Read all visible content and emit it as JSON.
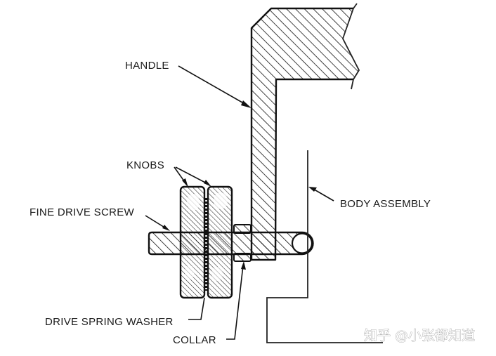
{
  "diagram": {
    "type": "mechanical cross-section",
    "labels": {
      "handle": "HANDLE",
      "knobs": "KNOBS",
      "fine_drive_screw": "FINE DRIVE SCREW",
      "body_assembly": "BODY ASSEMBLY",
      "drive_spring_washer": "DRIVE SPRING WASHER",
      "collar": "COLLAR"
    },
    "colors": {
      "line": "#111111",
      "background": "#ffffff"
    }
  },
  "watermark": {
    "text": "知乎 @小张都知道"
  }
}
